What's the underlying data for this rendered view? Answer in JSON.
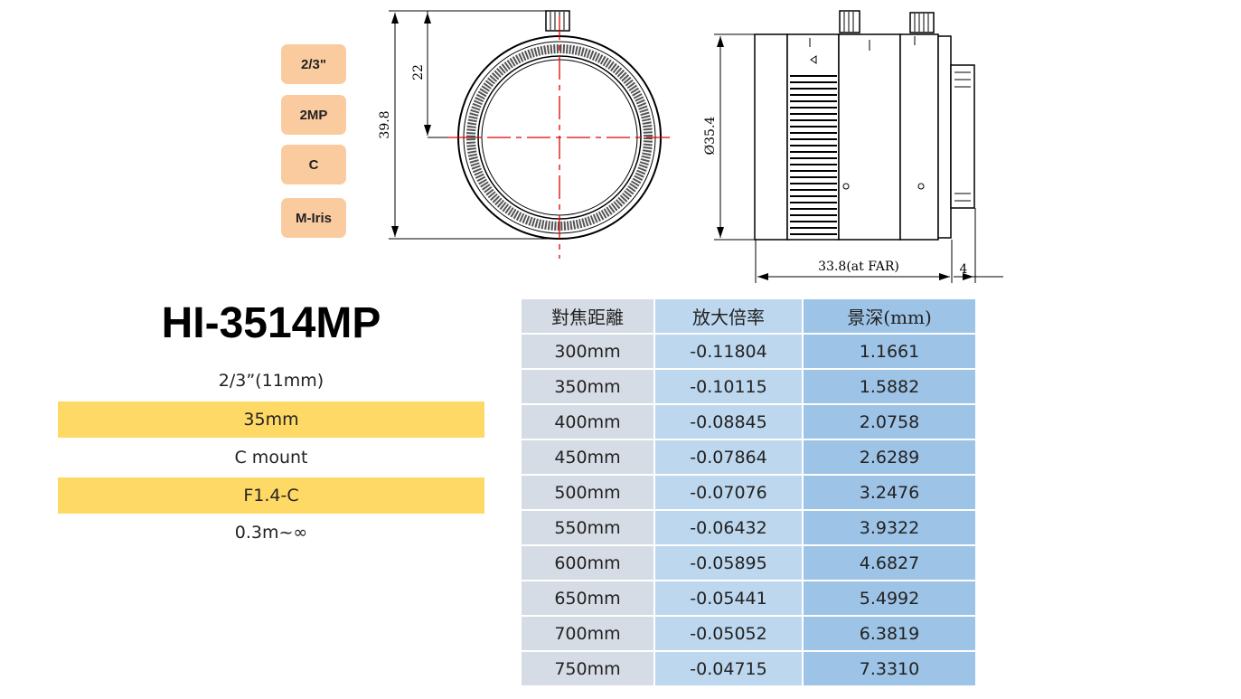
{
  "badges": [
    "2/3\"",
    "2MP",
    "C",
    "M-Iris"
  ],
  "drawing": {
    "dim_height": "39.8",
    "dim_half": "22",
    "dim_diameter": "Ø35.4",
    "dim_length": "33.8(at FAR)",
    "dim_flange": "4"
  },
  "model": "HI-3514MP",
  "specs": [
    "2/3”(11mm)",
    "35mm",
    "C mount",
    "F1.4-C",
    "0.3m~∞"
  ],
  "table": {
    "headers": [
      "對焦距離",
      "放大倍率",
      "景深(mm)"
    ],
    "rows": [
      [
        "300mm",
        "-0.11804",
        "1.1661"
      ],
      [
        "350mm",
        "-0.10115",
        "1.5882"
      ],
      [
        "400mm",
        "-0.08845",
        "2.0758"
      ],
      [
        "450mm",
        "-0.07864",
        "2.6289"
      ],
      [
        "500mm",
        "-0.07076",
        "3.2476"
      ],
      [
        "550mm",
        "-0.06432",
        "3.9322"
      ],
      [
        "600mm",
        "-0.05895",
        "4.6827"
      ],
      [
        "650mm",
        "-0.05441",
        "5.4992"
      ],
      [
        "700mm",
        "-0.05052",
        "6.3819"
      ],
      [
        "750mm",
        "-0.04715",
        "7.3310"
      ]
    ]
  }
}
